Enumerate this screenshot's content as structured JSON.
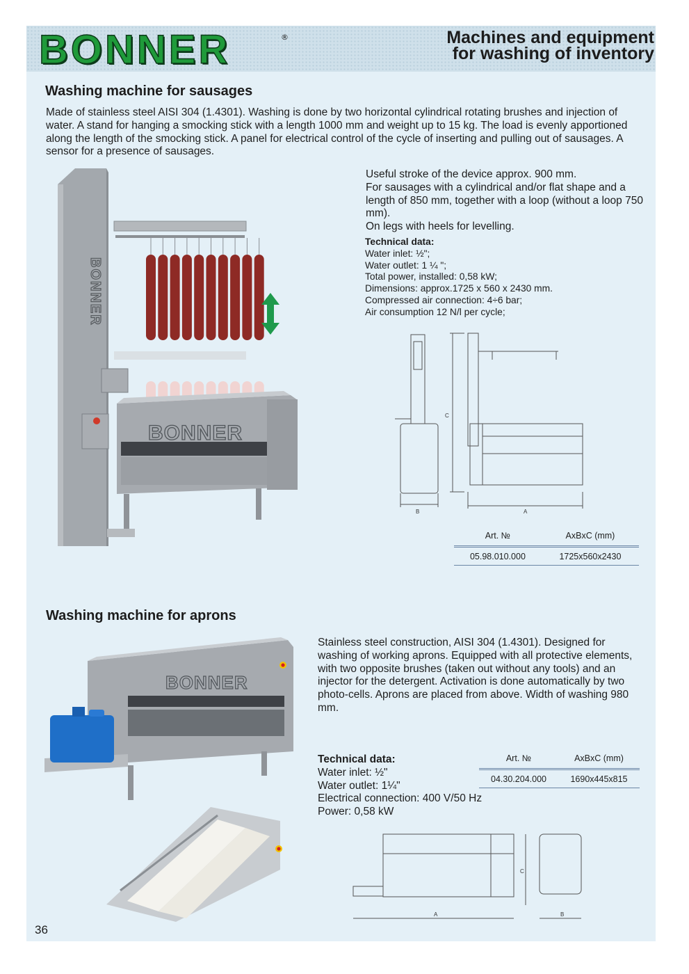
{
  "header": {
    "brand": "BONNER",
    "registered": "®",
    "title_line1": "Machines and equipment",
    "title_line2": "for washing of inventory"
  },
  "section1": {
    "title": "Washing machine for sausages",
    "description": "Made of stainless steel AISI 304 (1.4301). Washing is done by two horizontal cylindrical rotating brushes and injection of water. A stand for hanging a smocking stick with a length 1000 mm and weight up to 15 kg. The load is evenly apportioned along the length of the smocking stick. A panel for electrical control of the cycle of inserting and pulling out of sausages. A sensor for a presence of sausages.",
    "features": [
      "Useful stroke of the device approx. 900 mm.",
      "For sausages with a cylindrical and/or flat shape and a length of 850 mm, together with a loop (without a loop 750 mm).",
      "On legs with heels for levelling."
    ],
    "tech_title": "Technical data:",
    "tech_items": [
      "Water inlet: ½\";",
      "Water outlet: 1 ¼ \";",
      "Total power, installed: 0,58 kW;",
      "Dimensions: approx.1725 x 560 x 2430 mm.",
      "Compressed air connection: 4÷6 bar;",
      "Air consumption 12 N/l per cycle;"
    ],
    "table": {
      "headers": [
        "Art. №",
        "AxBxC (mm)"
      ],
      "rows": [
        [
          "05.98.010.000",
          "1725x560x2430"
        ]
      ]
    },
    "drawing_labels": {
      "a": "A",
      "b": "B",
      "c": "C"
    },
    "machine_brand": "BONNER",
    "column_brand": "BONNER"
  },
  "section2": {
    "title": "Washing machine for aprons",
    "description": "Stainless steel construction, AISI 304 (1.4301). Designed for washing of working aprons. Equipped with all protective elements, with two opposite brushes (taken out without any tools) and an injector for the detergent. Activation is done automatically by two photo-cells. Aprons are placed from above. Width of washing 980 mm.",
    "tech_title": "Technical data:",
    "tech_items": [
      "Water inlet: ½\"",
      "Water outlet: 1¼\"",
      "Electrical connection: 400 V/50 Hz",
      "Power: 0,58 kW"
    ],
    "table": {
      "headers": [
        "Art. №",
        "AxBxC (mm)"
      ],
      "rows": [
        [
          "04.30.204.000",
          "1690x445x815"
        ]
      ]
    },
    "drawing_labels": {
      "a": "A",
      "b": "B",
      "c": "C"
    },
    "machine_brand": "BONNER"
  },
  "page_number": "36",
  "colors": {
    "background": "#e4f0f7",
    "header": "#cfe0ea",
    "logo_green": "#1f9a3a",
    "logo_dark": "#0d3a1a",
    "steel": "#a9adb2",
    "sausage": "#8e2a25",
    "arrow_green": "#1f9a4c",
    "canister_blue": "#1f6fc8",
    "table_rule": "#6b86a6"
  },
  "icons": {
    "motion_arrow": "double-vertical-arrow-icon"
  }
}
